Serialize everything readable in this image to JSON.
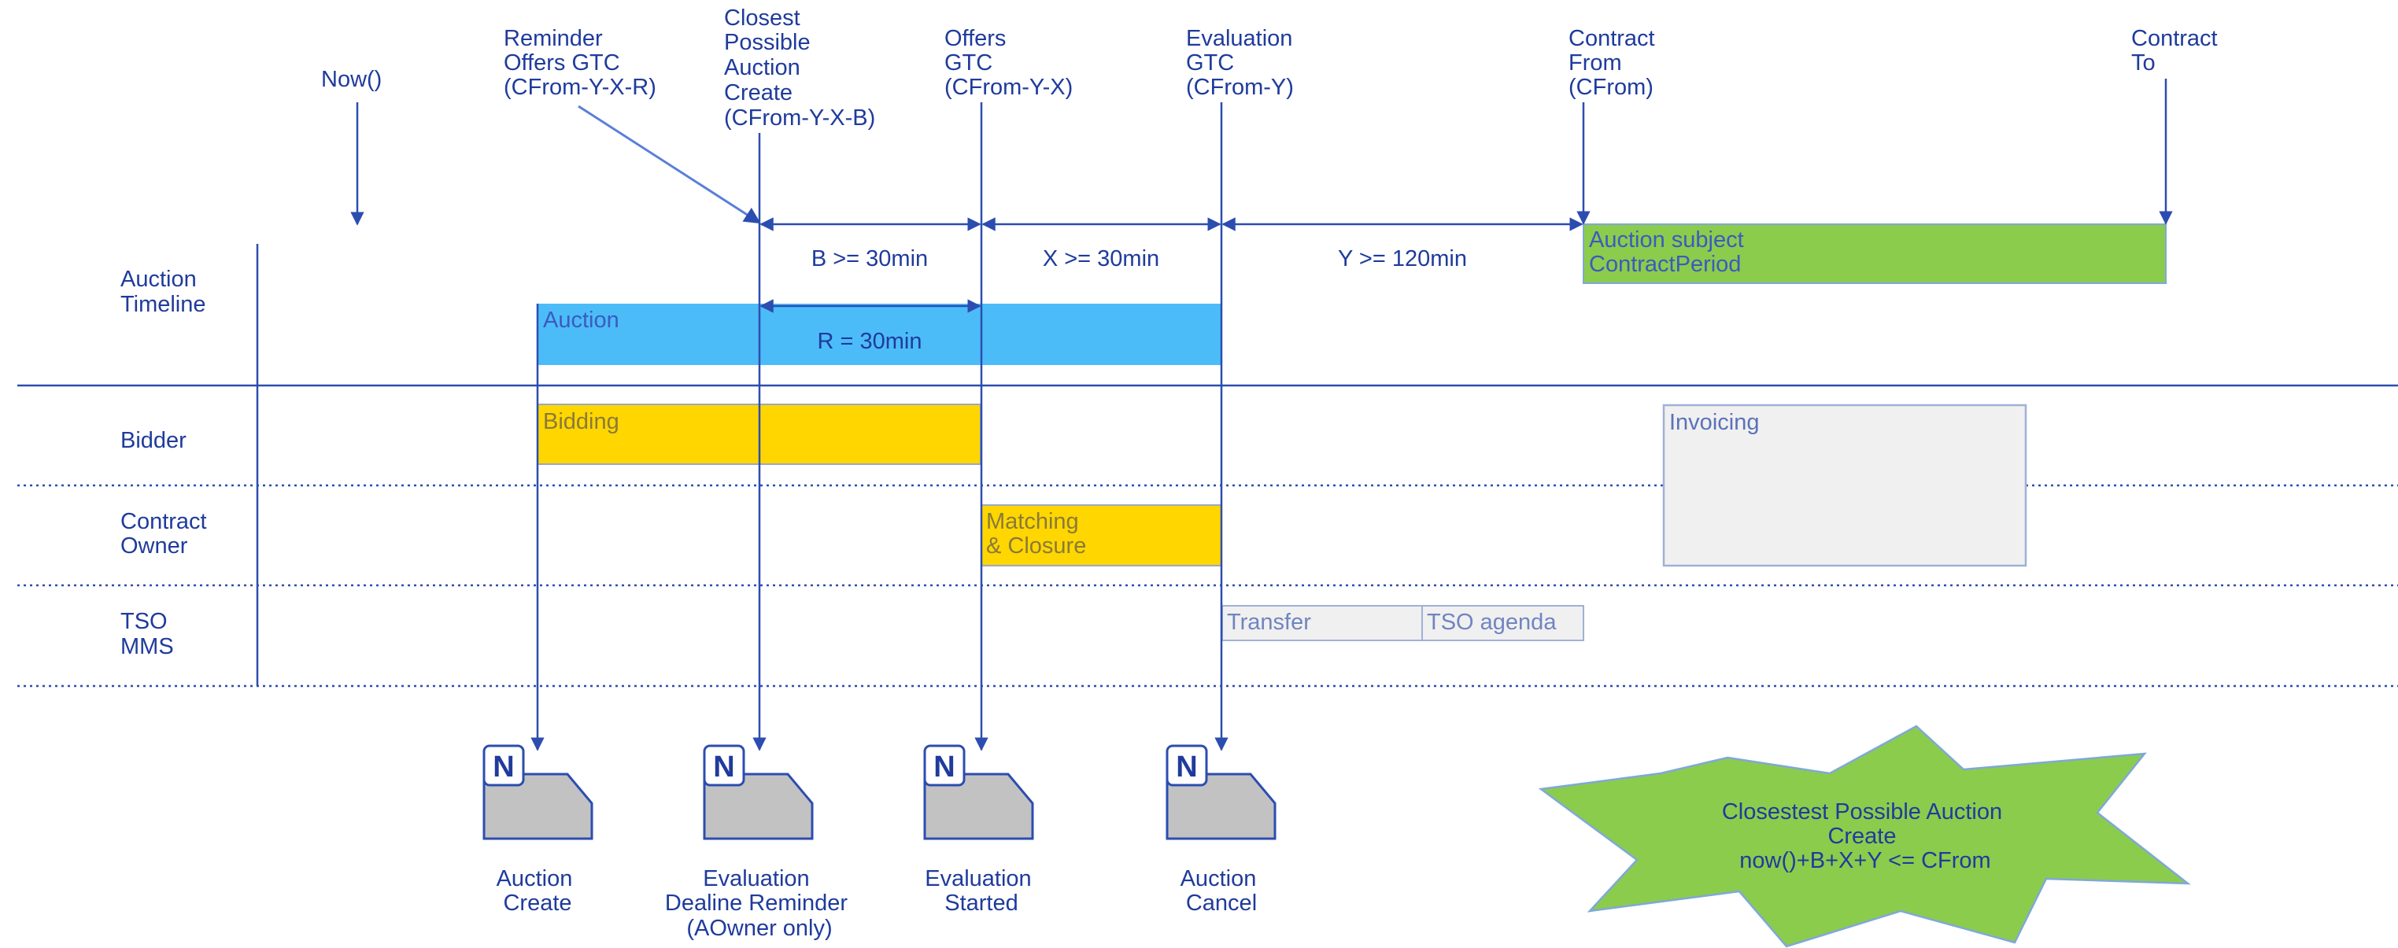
{
  "top_markers": {
    "now": "Now()",
    "reminder": [
      "Reminder",
      "Offers GTC",
      "(CFrom-Y-X-R)"
    ],
    "closest": [
      "Closest",
      "Possible",
      "Auction",
      "Create",
      "(CFrom-Y-X-B)"
    ],
    "offers": [
      "Offers",
      "GTC",
      "(CFrom-Y-X)"
    ],
    "evaluation": [
      "Evaluation",
      "GTC",
      "(CFrom-Y)"
    ],
    "contract_from": [
      "Contract",
      "From",
      "(CFrom)"
    ],
    "contract_to": [
      "Contract",
      "To"
    ]
  },
  "intervals": {
    "b": "B >= 30min",
    "x": "X >= 30min",
    "y": "Y >= 120min",
    "r": "R = 30min"
  },
  "lanes": {
    "auction_timeline": [
      "Auction",
      "Timeline"
    ],
    "bidder": [
      "Bidder"
    ],
    "contract_owner": [
      "Contract",
      "Owner"
    ],
    "tso_mms": [
      "TSO",
      "MMS"
    ]
  },
  "boxes": {
    "contract_period": [
      "Auction subject",
      "ContractPeriod"
    ],
    "auction": "Auction",
    "bidding": "Bidding",
    "invoicing": "Invoicing",
    "matching": [
      "Matching",
      "& Closure"
    ],
    "transfer": "Transfer",
    "tso_agenda": "TSO agenda"
  },
  "notification_badge": "N",
  "notifications": [
    [
      "Auction",
      "Create"
    ],
    [
      "Evaluation",
      "Dealine Reminder",
      "(AOwner only)"
    ],
    [
      "Evaluation",
      "Started"
    ],
    [
      "Auction",
      "Cancel"
    ]
  ],
  "burst": [
    "Closestest Possible Auction",
    "Create",
    "now()+B+X+Y <= CFrom"
  ],
  "colors": {
    "ink": "#1f3b9c",
    "line": "#2c4db0",
    "green": "#8bcc4c",
    "blue": "#4cbcf8",
    "yellow": "#ffd600",
    "grey_box": "#f0f0f0",
    "notification_grey": "#c2c2c2"
  }
}
